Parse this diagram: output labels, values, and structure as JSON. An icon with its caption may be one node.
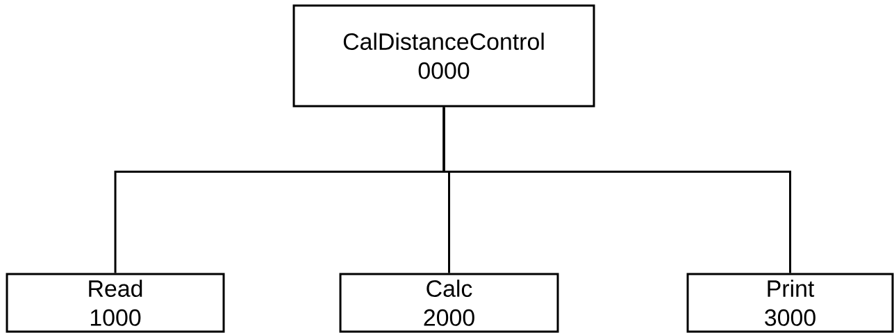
{
  "diagram": {
    "nodes": [
      {
        "text": [
          "CalDistanceControl",
          "0000"
        ]
      },
      {
        "text": [
          "Read",
          "1000"
        ]
      },
      {
        "text": [
          "Calc",
          "2000"
        ]
      },
      {
        "text": [
          "Print",
          "3000"
        ]
      }
    ],
    "edges": [
      {
        "from": 0,
        "to": 1,
        "arrow": "none"
      },
      {
        "from": 0,
        "to": 2,
        "arrow": "none"
      },
      {
        "from": 0,
        "to": 3,
        "arrow": "none"
      }
    ]
  }
}
